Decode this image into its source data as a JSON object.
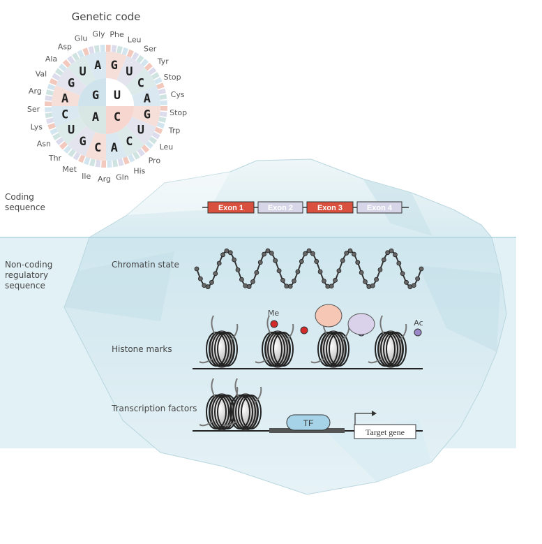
{
  "title": "Genetic code",
  "sections": {
    "coding": "Coding\nsequence",
    "noncoding": "Non-coding\nregulatory\nsequence"
  },
  "exons": [
    "Exon 1",
    "Exon 2",
    "Exon 3",
    "Exon 4"
  ],
  "rows": {
    "chromatin": "Chromatin state",
    "histone": "Histone marks",
    "tf_row": "Transcription factors"
  },
  "marks": {
    "methyl": "Me",
    "acetyl": "Ac"
  },
  "tf": {
    "label": "TF",
    "target": "Target gene"
  },
  "codon_wheel": {
    "inner": [
      "U",
      "C",
      "A",
      "G"
    ],
    "middle": [
      "A",
      "G",
      "U",
      "C",
      "A",
      "G",
      "U",
      "C",
      "A",
      "C",
      "G",
      "U",
      "C",
      "A",
      "G",
      "U"
    ],
    "amino_acids": [
      "Phe",
      "Leu",
      "Ser",
      "Tyr",
      "Stop",
      "Cys",
      "Stop",
      "Trp",
      "Leu",
      "Pro",
      "His",
      "Gln",
      "Arg",
      "Ile",
      "Met",
      "Thr",
      "Asn",
      "Lys",
      "Ser",
      "Arg",
      "Val",
      "Ala",
      "Asp",
      "Glu",
      "Gly"
    ]
  },
  "colors": {
    "exon_red": "#d9503f",
    "exon_lilac": "#d7d5e8",
    "water": "#b9dce6",
    "iceberg_top": "#e4f1f5",
    "methyl": "#d42a2a",
    "acetyl": "#9a88c8",
    "tf": "#a7d3e8"
  }
}
